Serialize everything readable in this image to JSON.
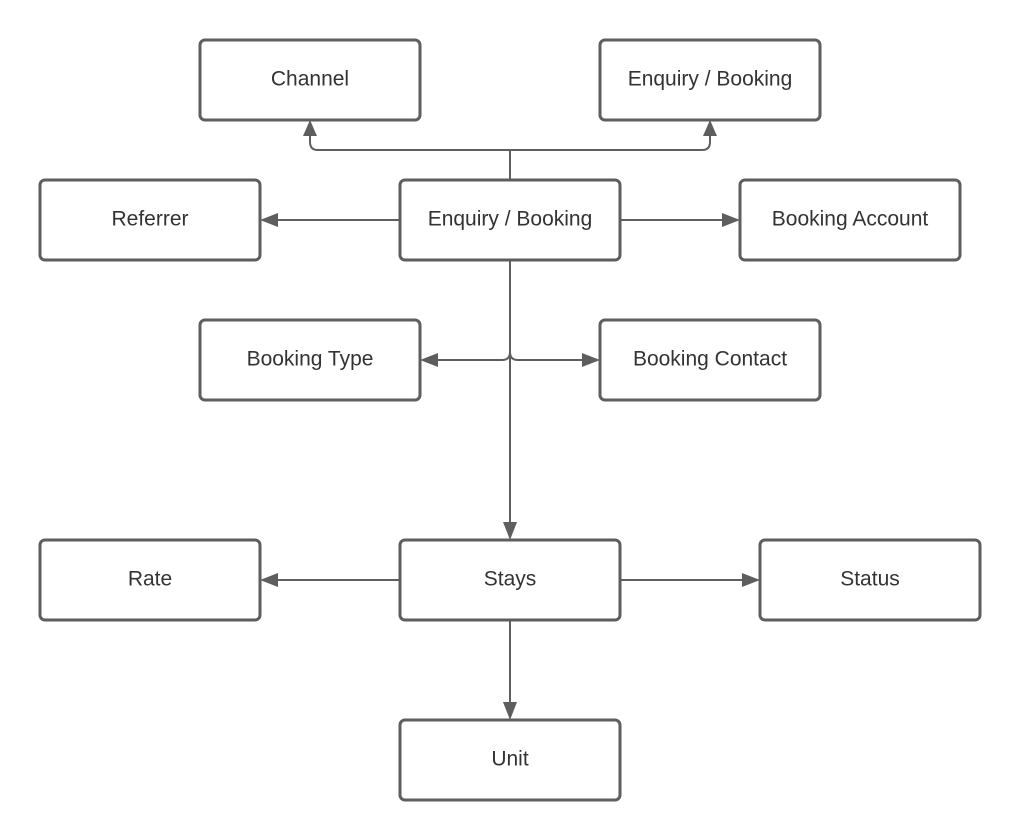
{
  "diagram": {
    "nodes": {
      "channel": "Channel",
      "enquiry_booking_parent": "Enquiry / Booking",
      "referrer": "Referrer",
      "enquiry_booking": "Enquiry / Booking",
      "booking_account": "Booking Account",
      "booking_type": "Booking Type",
      "booking_contact": "Booking Contact",
      "rate": "Rate",
      "stays": "Stays",
      "status": "Status",
      "unit": "Unit"
    },
    "edges": [
      {
        "from": "enquiry_booking",
        "to": "channel"
      },
      {
        "from": "enquiry_booking",
        "to": "enquiry_booking_parent"
      },
      {
        "from": "enquiry_booking",
        "to": "referrer"
      },
      {
        "from": "enquiry_booking",
        "to": "booking_account"
      },
      {
        "from": "enquiry_booking",
        "to": "booking_type"
      },
      {
        "from": "enquiry_booking",
        "to": "booking_contact"
      },
      {
        "from": "enquiry_booking",
        "to": "stays"
      },
      {
        "from": "stays",
        "to": "rate"
      },
      {
        "from": "stays",
        "to": "status"
      },
      {
        "from": "stays",
        "to": "unit"
      }
    ]
  }
}
